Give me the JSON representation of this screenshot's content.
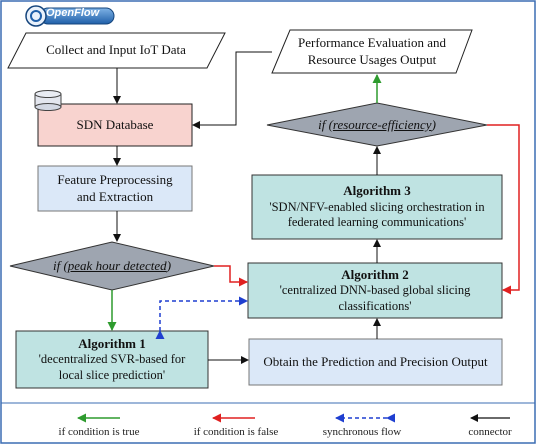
{
  "logo": {
    "text": "OpenFlow"
  },
  "nodes": {
    "collect": "Collect and Input IoT Data",
    "performance": [
      "Performance Evaluation and",
      "Resource Usages Output"
    ],
    "sdn_db": "SDN Database",
    "resource_if_prefix": "if (",
    "resource_if_term": "resource-efficiency",
    "resource_if_suffix": ")",
    "feature": [
      "Feature Preprocessing",
      "and Extraction"
    ],
    "alg3_title": "Algorithm 3",
    "alg3_body": [
      "'SDN/NFV-enabled slicing orchestration in",
      "federated learning communications'"
    ],
    "peak_if_prefix": "if (",
    "peak_if_term": "peak hour detected",
    "peak_if_suffix": ")",
    "alg2_title": "Algorithm 2",
    "alg2_body": [
      "'centralized DNN-based global slicing",
      "classifications'"
    ],
    "alg1_title": "Algorithm 1",
    "alg1_body": [
      "'decentralized SVR-based for",
      "local slice prediction'"
    ],
    "obtain": "Obtain the Prediction and Precision Output"
  },
  "legend": [
    {
      "label": "if condition is true",
      "color": "#2e9b2e",
      "style": "solid"
    },
    {
      "label": "if condition is false",
      "color": "#e02020",
      "style": "solid"
    },
    {
      "label": "synchronous flow",
      "color": "#1f3fd0",
      "style": "dashed"
    },
    {
      "label": "connector",
      "color": "#111111",
      "style": "solid"
    }
  ],
  "colors": {
    "database_fill": "#f8d3cf",
    "feature_fill": "#dbe8f8",
    "algorithm_fill": "#bfe3e2",
    "decision_fill": "#9ea5b0",
    "true_arrow": "#2e9b2e",
    "false_arrow": "#e02020",
    "sync_arrow": "#1f3fd0"
  }
}
